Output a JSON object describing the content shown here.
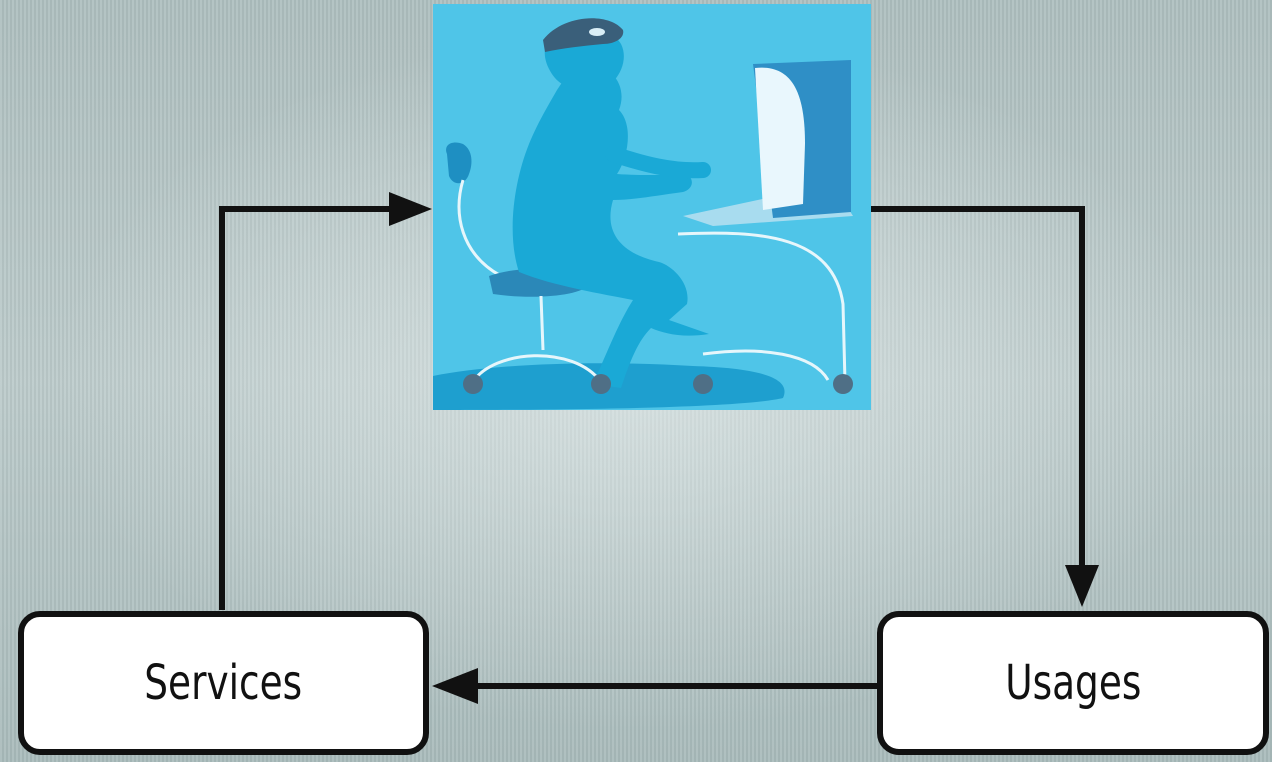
{
  "diagram": {
    "nodes": {
      "services": {
        "label": "Services"
      },
      "usages": {
        "label": "Usages"
      }
    },
    "illustration": {
      "icon": "person-at-computer-icon"
    },
    "edges": [
      {
        "from": "services",
        "to": "person-at-computer"
      },
      {
        "from": "person-at-computer",
        "to": "usages"
      },
      {
        "from": "usages",
        "to": "services"
      }
    ],
    "colors": {
      "illustration_background": "#4fc5e8",
      "figure": "#1aa9d6",
      "box_fill": "#ffffff",
      "stroke": "#111111"
    }
  }
}
